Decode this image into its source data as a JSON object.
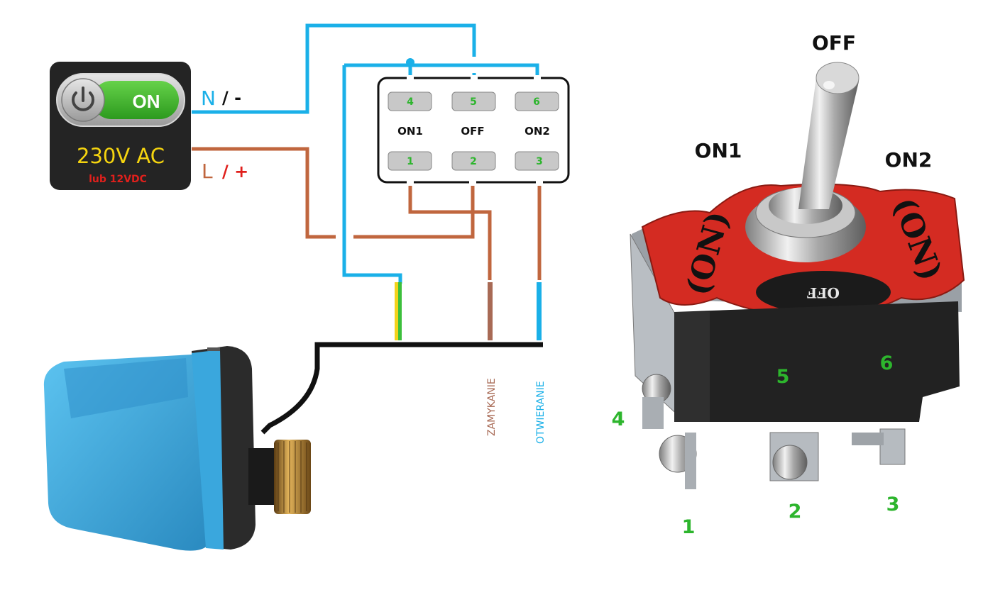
{
  "power_source": {
    "button_label": "ON",
    "voltage": "230V AC",
    "alt_voltage": "lub 12VDC",
    "power_icon": "power-icon"
  },
  "wire_labels": {
    "neutral_letter": "N",
    "neutral_polarity": "/ -",
    "live_letter": "L",
    "live_polarity": "/ +"
  },
  "switch_schematic": {
    "top_pins": [
      "4",
      "5",
      "6"
    ],
    "bottom_pins": [
      "1",
      "2",
      "3"
    ],
    "positions": [
      "ON1",
      "OFF",
      "ON2"
    ]
  },
  "actuator": {
    "close_label": "ZAMYKANIE",
    "open_label": "OTWIERANIE"
  },
  "toggle_photo": {
    "off_label": "OFF",
    "on1_label": "ON1",
    "on2_label": "ON2",
    "plate_left": "(ON)",
    "plate_right": "(ON)",
    "plate_bottom": "OFF",
    "terminals": [
      "1",
      "2",
      "3",
      "4",
      "5",
      "6"
    ]
  },
  "colors": {
    "neutral_wire": "#1ab0e8",
    "live_wire": "#c0663e",
    "brown_wire": "#a86a55",
    "ground_yellow": "#f2d21a",
    "ground_green": "#3cbf3c",
    "pin_text": "#2db52d",
    "voltage_text": "#f5d40f",
    "alt_voltage_text": "#e0201c",
    "switch_plate_red": "#d42b22",
    "actuator_blue": "#3aa7dd"
  }
}
